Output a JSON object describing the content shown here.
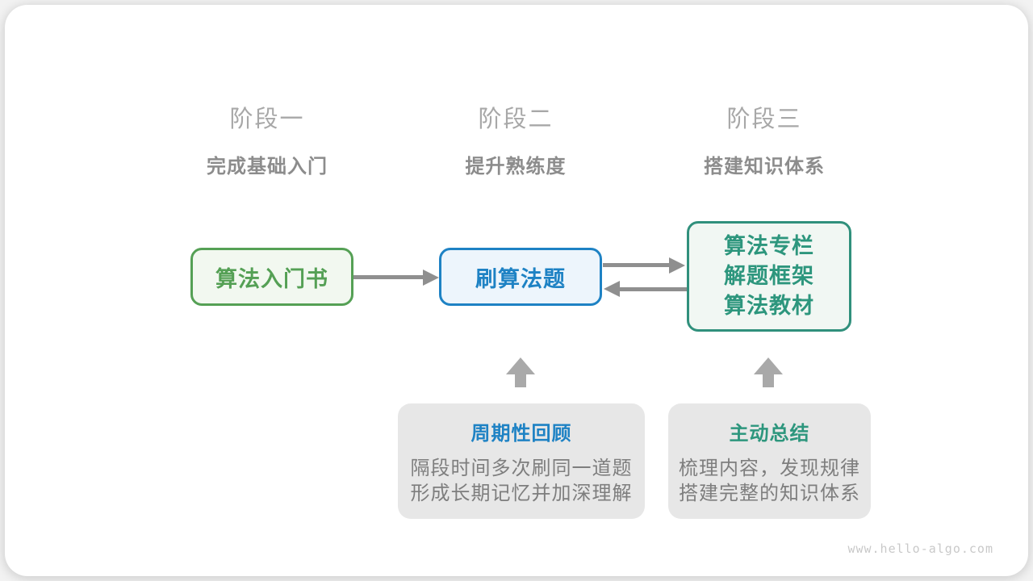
{
  "page": {
    "watermark": "www.hello-algo.com"
  },
  "stages": [
    {
      "title": "阶段一",
      "subtitle": "完成基础入门"
    },
    {
      "title": "阶段二",
      "subtitle": "提升熟练度"
    },
    {
      "title": "阶段三",
      "subtitle": "搭建知识体系"
    }
  ],
  "nodes": {
    "intro_book": {
      "label": "算法入门书"
    },
    "practice": {
      "label": "刷算法题"
    },
    "resources": {
      "lines": [
        "算法专栏",
        "解题框架",
        "算法教材"
      ]
    }
  },
  "callouts": [
    {
      "title": "周期性回顾",
      "lines": [
        "隔段时间多次刷同一道题",
        "形成长期记忆并加深理解"
      ]
    },
    {
      "title": "主动总结",
      "lines": [
        "梳理内容，发现规律",
        "搭建完整的知识体系"
      ]
    }
  ],
  "icons": {
    "arrow_forward": "right-triangle-arrow",
    "arrow_back": "left-triangle-arrow",
    "arrow_up": "block-up-arrow"
  },
  "colors": {
    "stage-title": "#a8a8a8",
    "stage-subtitle": "#8c8c8c",
    "green": "#55a055",
    "green-bg": "#f2f8f0",
    "blue": "#1e82c4",
    "blue-bg": "#edf5fc",
    "teal": "#2d967d",
    "teal-border": "#30907c",
    "teal-bg": "#f1f7f3",
    "arrow": "#8f8f8f",
    "up-arrow": "#a9a9a9",
    "callout-bg": "#e7e7e7",
    "callout-body": "#7e7e7e",
    "watermark": "#c9c9c9"
  }
}
